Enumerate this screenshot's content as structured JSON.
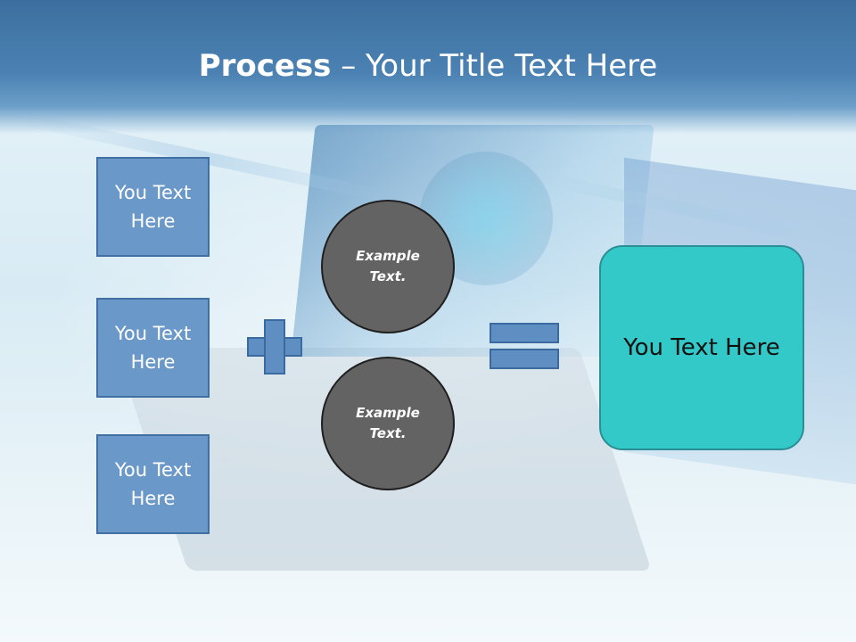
{
  "title": {
    "bold": "Process",
    "rest": " – Your Title Text Here"
  },
  "left_boxes": [
    {
      "label": "You Text Here"
    },
    {
      "label": "You Text Here"
    },
    {
      "label": "You Text Here"
    }
  ],
  "circles": [
    {
      "label": "Example Text."
    },
    {
      "label": "Example Text."
    }
  ],
  "operators": {
    "plus_icon": "plus-icon",
    "equals_icon": "equals-icon"
  },
  "result": {
    "label": "You Text Here"
  },
  "colors": {
    "title_band": "#4b82b3",
    "box_fill": "#6a98c8",
    "circle_fill": "#636363",
    "result_fill": "#33c9c9",
    "operator_fill": "#5f8fc2"
  }
}
